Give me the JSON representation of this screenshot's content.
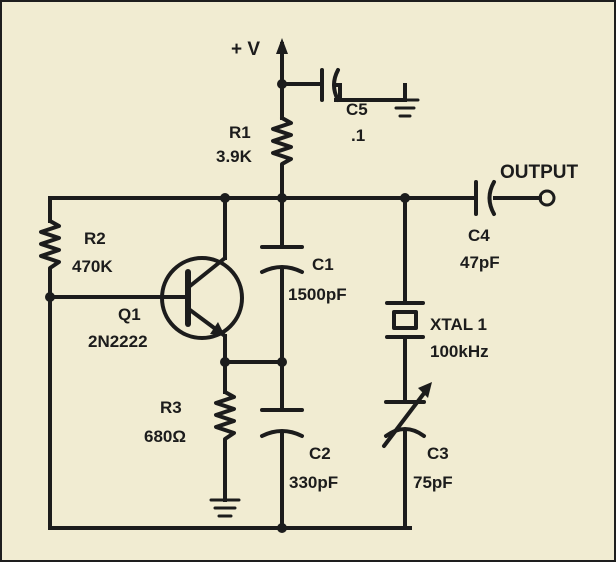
{
  "supply": {
    "label": "+ V"
  },
  "output": {
    "label": "OUTPUT"
  },
  "components": {
    "r1": {
      "ref": "R1",
      "value": "3.9K"
    },
    "r2": {
      "ref": "R2",
      "value": "470K"
    },
    "r3": {
      "ref": "R3",
      "value": "680Ω"
    },
    "c1": {
      "ref": "C1",
      "value": "1500pF"
    },
    "c2": {
      "ref": "C2",
      "value": "330pF"
    },
    "c3": {
      "ref": "C3",
      "value": "75pF"
    },
    "c4": {
      "ref": "C4",
      "value": "47pF"
    },
    "c5": {
      "ref": "C5",
      "value": ".1"
    },
    "q1": {
      "ref": "Q1",
      "value": "2N2222"
    },
    "xtal": {
      "ref": "XTAL 1",
      "value": "100kHz"
    }
  },
  "colors": {
    "background": "#f1ecd2",
    "ink": "#1c1c1c"
  }
}
